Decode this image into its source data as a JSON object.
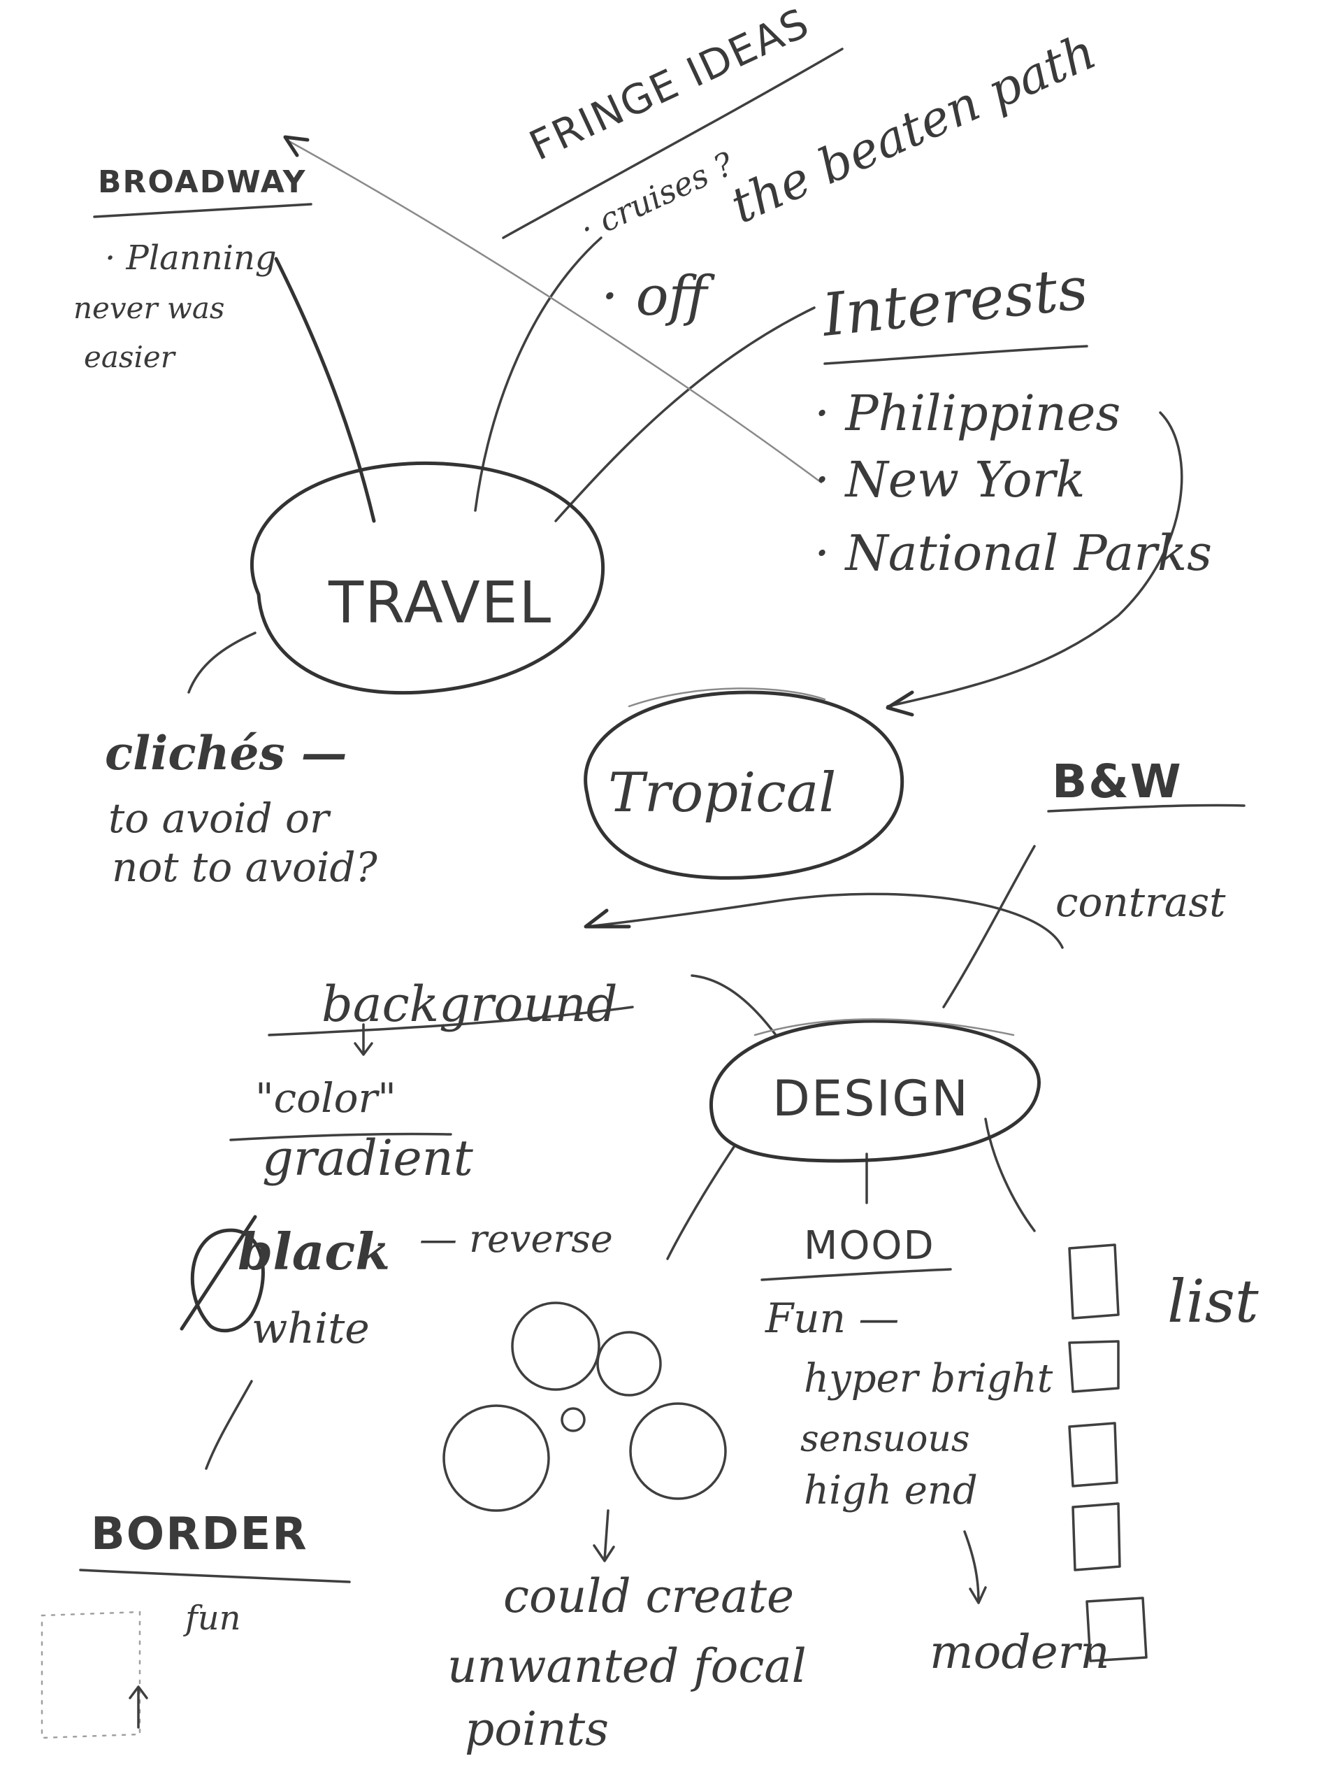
{
  "ink_color": "#3a3a3a",
  "paper_color": "#ffffff",
  "travel": {
    "label": "TRAVEL",
    "broadway": {
      "heading": "BROADWAY",
      "line1": "· Planning",
      "line2": "never was",
      "line3": "easier"
    },
    "fringe": {
      "heading": "FRINGE IDEAS",
      "line1": "· cruises ?",
      "line2": "· off",
      "line3": "the beaten path"
    },
    "interests": {
      "heading": "Interests",
      "items": [
        "· Philippines",
        "· New York",
        "· National Parks"
      ]
    },
    "cliches": {
      "heading": "clichés —",
      "line1": "to avoid or",
      "line2": "not to avoid?"
    }
  },
  "tropical": {
    "label": "Tropical"
  },
  "design": {
    "label": "DESIGN",
    "bw": {
      "heading": "B&W",
      "sub": "contrast"
    },
    "background": {
      "heading": "background",
      "color": "\"color\"",
      "gradient": "gradient",
      "black": "black",
      "reverse": "— reverse",
      "white": "white"
    },
    "border": {
      "heading": "BORDER",
      "sub": "fun"
    },
    "mood": {
      "heading": "MOOD",
      "items": [
        "Fun —",
        "hyper bright",
        "sensuous",
        "high end"
      ]
    },
    "list_label": "list",
    "modern": "modern",
    "circles_note": {
      "line1": "could create",
      "line2": "unwanted focal",
      "line3": "points"
    }
  }
}
